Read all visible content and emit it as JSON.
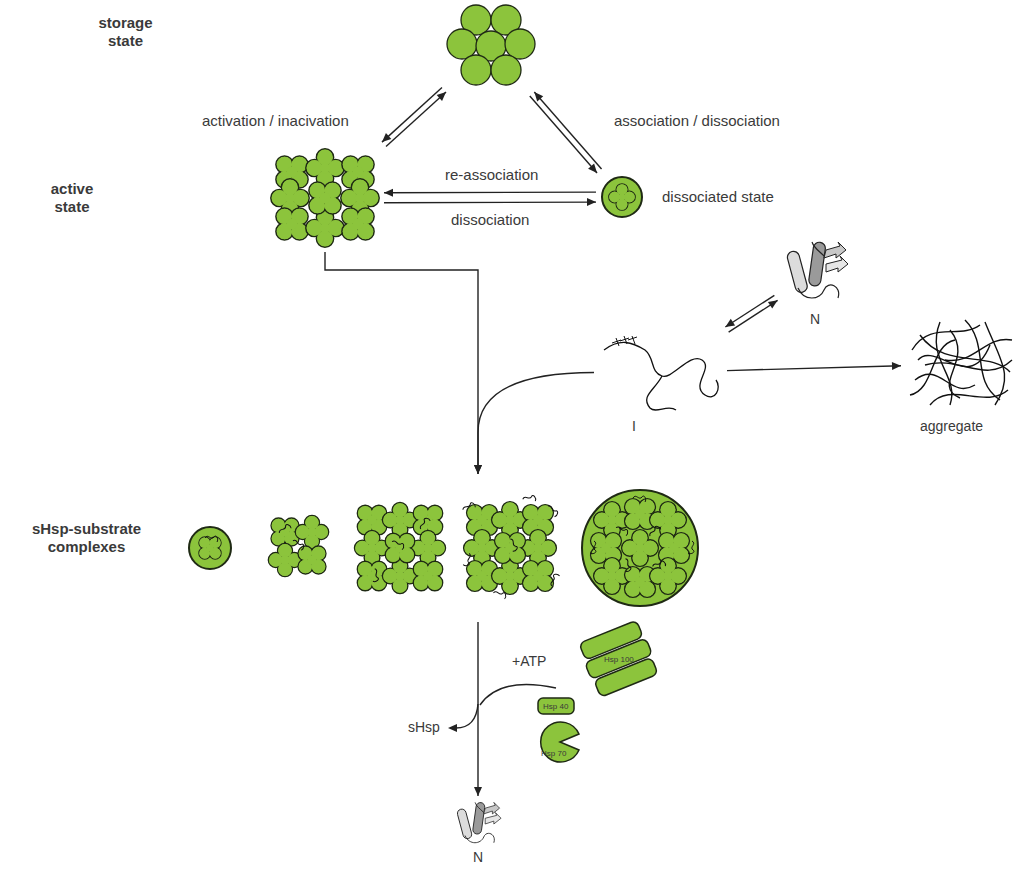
{
  "diagram": {
    "nodes": [
      {
        "text": [
          "storage state"
        ]
      },
      {
        "text": [
          "active state"
        ]
      },
      {
        "text": [
          "dissociated state"
        ]
      },
      {
        "text": [
          "N"
        ]
      },
      {
        "text": [
          "I"
        ]
      },
      {
        "text": [
          "aggregate"
        ]
      },
      {
        "text": [
          "sHsp-substrate complexes"
        ]
      },
      {
        "text": [
          "N"
        ]
      }
    ],
    "edges": [
      {
        "from": 0,
        "to": 1,
        "arrow": "both",
        "label": "activation / inacivation"
      },
      {
        "from": 0,
        "to": 2,
        "arrow": "both",
        "label": "association / dissociation"
      },
      {
        "from": 2,
        "to": 1,
        "arrow": "to",
        "label": "re-association"
      },
      {
        "from": 1,
        "to": 2,
        "arrow": "to",
        "label": "dissociation"
      },
      {
        "from": 4,
        "to": 3,
        "arrow": "both"
      },
      {
        "from": 4,
        "to": 5,
        "arrow": "to"
      },
      {
        "from": 1,
        "to": 6,
        "arrow": "to"
      },
      {
        "from": 4,
        "to": 6,
        "arrow": "to"
      },
      {
        "from": 6,
        "to": 7,
        "arrow": "to"
      }
    ],
    "labels": [
      "+ATP",
      "sHsp",
      "Hsp 100",
      "Hsp 40",
      "Hsp 70"
    ]
  }
}
